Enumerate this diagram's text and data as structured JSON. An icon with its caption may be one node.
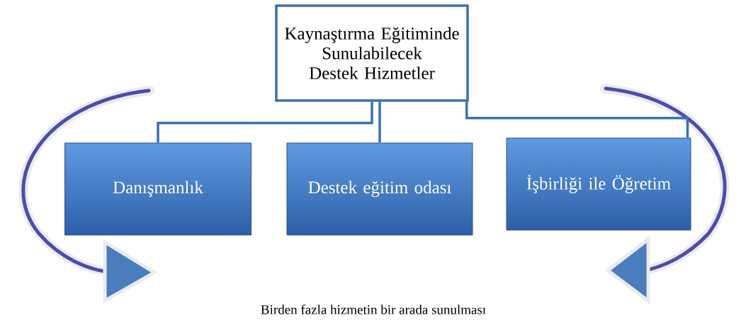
{
  "diagram": {
    "caption": "Birden fazla hizmetin bir arada sunulması",
    "nodes": [
      {
        "text": [
          "Kaynaştırma Eğitiminde Sunulabilecek Destek Hizmetler"
        ]
      },
      {
        "text": [
          "Danışmanlık"
        ]
      },
      {
        "text": [
          "Destek eğitim odası"
        ]
      },
      {
        "text": [
          "İşbirliği ile Öğretim"
        ]
      }
    ],
    "edges": [
      {
        "from": 0,
        "to": 1,
        "arrow": "none"
      },
      {
        "from": 0,
        "to": 2,
        "arrow": "none"
      },
      {
        "from": 0,
        "to": 3,
        "arrow": "none"
      }
    ]
  }
}
